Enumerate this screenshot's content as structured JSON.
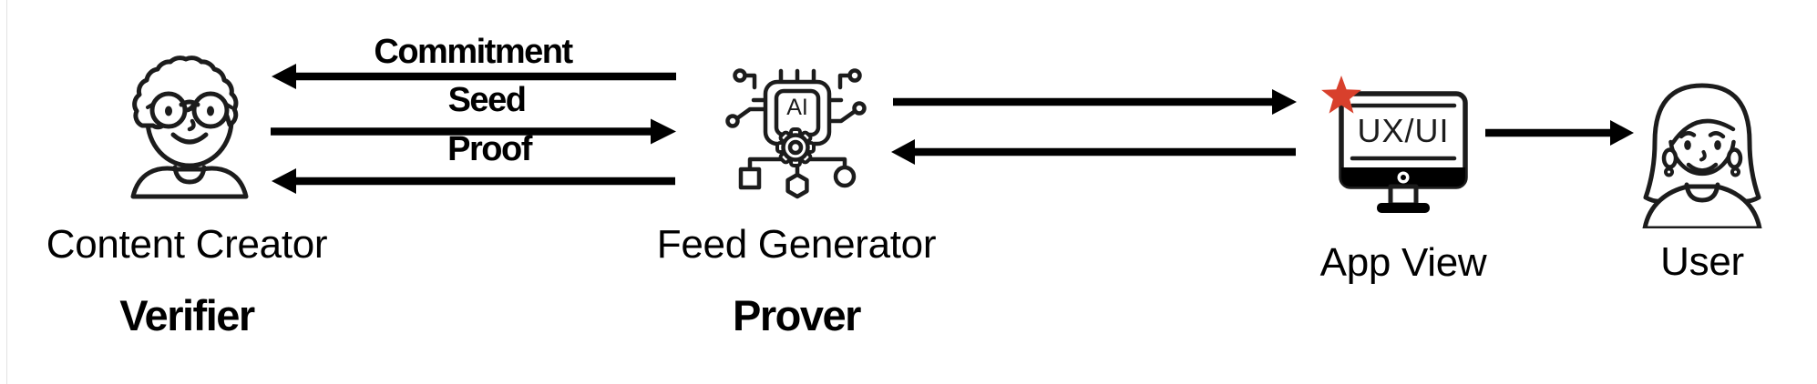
{
  "figure": {
    "background": "#ffffff",
    "ink": "#000000",
    "icon_stroke": "#1c1c1c",
    "star_color": "#d8402c",
    "nodes": [
      {
        "label": "Content Creator",
        "role": "Verifier",
        "icon": "person-curly-hair-glasses"
      },
      {
        "label": "Feed Generator",
        "role": "Prover",
        "icon": "ai-chip",
        "chip_text": "AI"
      },
      {
        "label": "App View",
        "icon": "monitor-ux-ui",
        "screen_text": "UX/UI",
        "badge": "red-star"
      },
      {
        "label": "User",
        "icon": "person-bob-hair"
      }
    ],
    "edges": [
      {
        "label": "Commitment",
        "from": "Feed Generator",
        "to": "Content Creator",
        "direction": "left"
      },
      {
        "label": "Seed",
        "from": "Content Creator",
        "to": "Feed Generator",
        "direction": "right"
      },
      {
        "label": "Proof",
        "from": "Feed Generator",
        "to": "Content Creator",
        "direction": "left"
      },
      {
        "label": "",
        "from": "Feed Generator",
        "to": "App View",
        "direction": "right"
      },
      {
        "label": "",
        "from": "App View",
        "to": "Feed Generator",
        "direction": "left"
      },
      {
        "label": "",
        "from": "App View",
        "to": "User",
        "direction": "right"
      }
    ]
  }
}
